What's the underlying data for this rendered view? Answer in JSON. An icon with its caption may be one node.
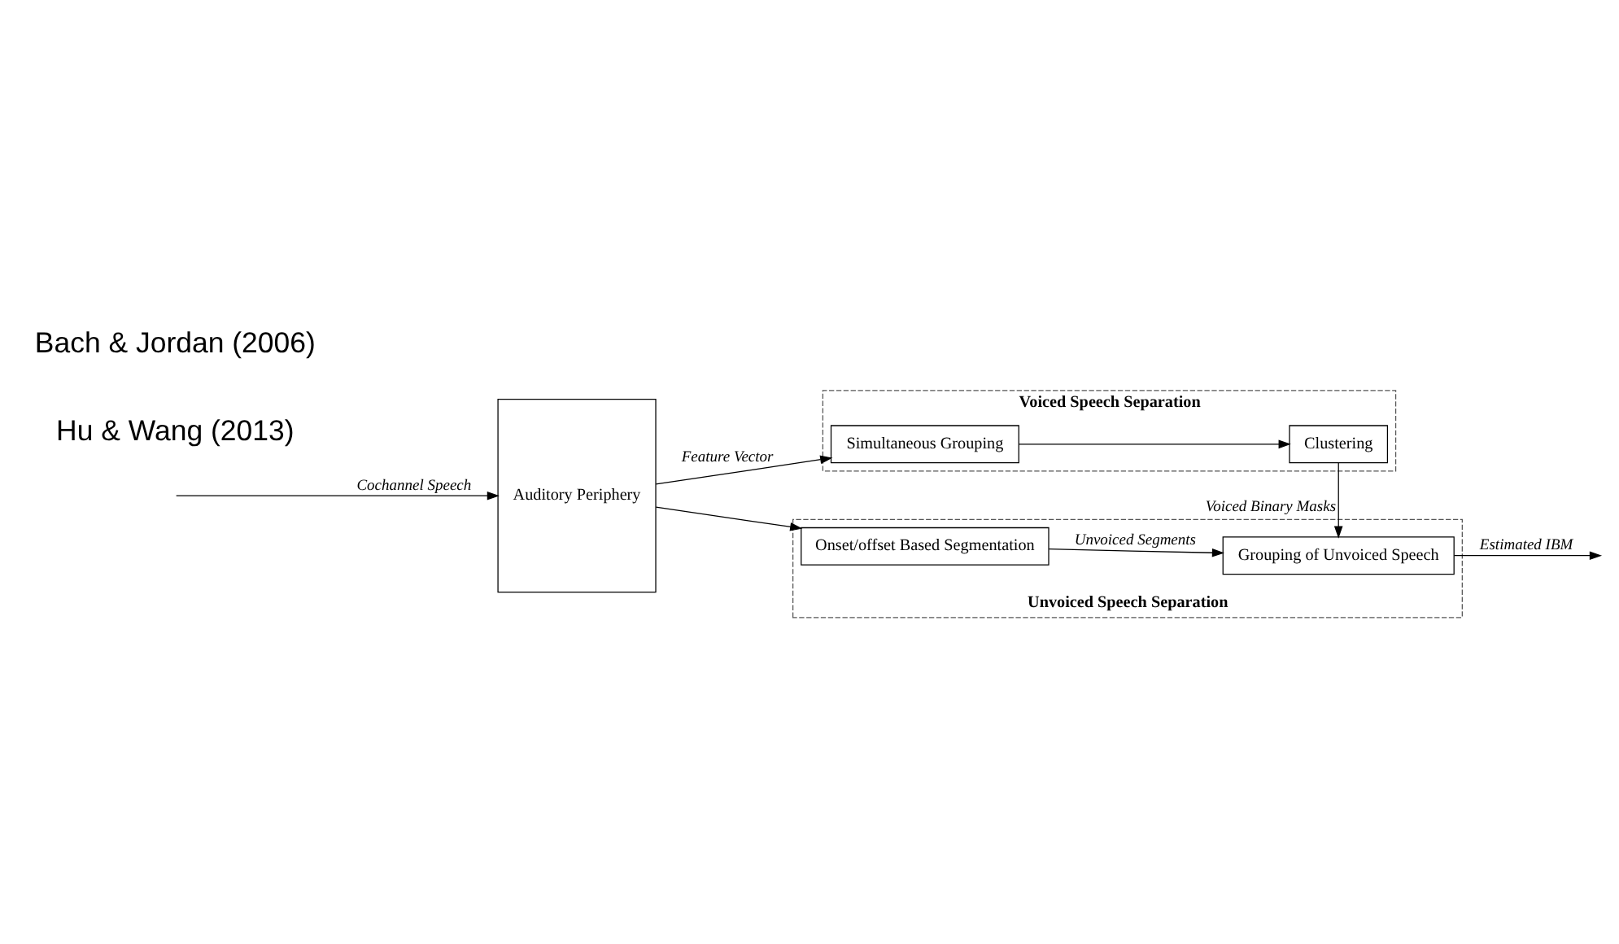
{
  "diagram": {
    "nodes": [
      {
        "text": [
          "Auditory Periphery"
        ]
      },
      {
        "text": [
          "Voiced Speech Separation"
        ]
      },
      {
        "text": [
          "Simultaneous Grouping"
        ],
        "in": 1
      },
      {
        "text": [
          "Clustering"
        ],
        "in": 1
      },
      {
        "text": [
          "Unvoiced Speech Separation"
        ]
      },
      {
        "text": [
          "Onset/offset Based Segmentation"
        ],
        "in": 4
      },
      {
        "text": [
          "Grouping of Unvoiced Speech"
        ],
        "in": 4
      }
    ],
    "edges": [
      {
        "from": null,
        "to": 0,
        "arrow": "to",
        "label": "Cochannel Speech"
      },
      {
        "from": 0,
        "to": 2,
        "arrow": "to",
        "label": "Feature Vector"
      },
      {
        "from": 2,
        "to": 3,
        "arrow": "to"
      },
      {
        "from": 3,
        "to": 6,
        "arrow": "to",
        "label": "Voiced Binary Masks"
      },
      {
        "from": 0,
        "to": 5,
        "arrow": "to"
      },
      {
        "from": 5,
        "to": 6,
        "arrow": "to",
        "label": "Unvoiced Segments"
      },
      {
        "from": 6,
        "to": null,
        "arrow": "to",
        "label": "Estimated IBM"
      }
    ],
    "labels": [
      "Hu & Wang (2013)",
      "Bach & Jordan (2006)"
    ]
  }
}
